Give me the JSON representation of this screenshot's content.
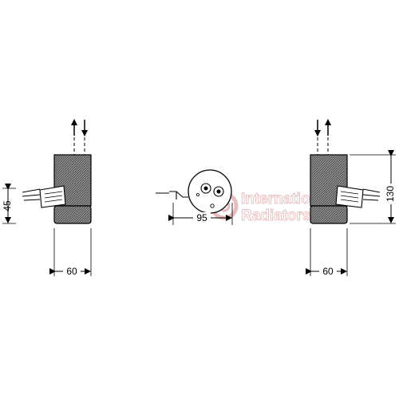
{
  "dimensions": {
    "left_width": "60",
    "left_height": "45",
    "top_view_offset": "95",
    "right_width": "60",
    "right_height": "130"
  },
  "watermark": {
    "line1": "International",
    "line2": "Radiators",
    "color": "#e6b5b5"
  },
  "colors": {
    "line": "#000000",
    "body_fill": "#777777",
    "background": "#ffffff"
  }
}
